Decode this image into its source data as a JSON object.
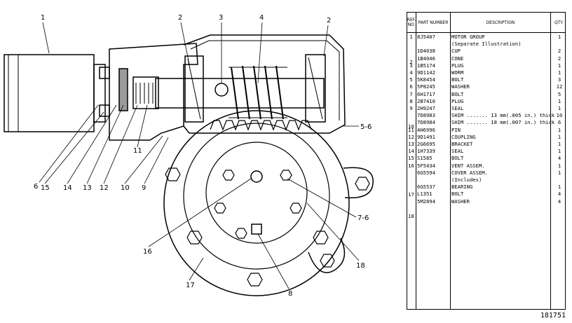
{
  "callouts": [
    "1",
    "2",
    "3",
    "4",
    "2",
    "5-6",
    "7-6",
    "18",
    "8",
    "17",
    "16",
    "6",
    "15",
    "14",
    "13",
    "12",
    "11",
    "10",
    "9"
  ],
  "table": {
    "headers": {
      "ref": "REF. NO.",
      "part": "PART NUMBER",
      "desc": "DESCRIPTION",
      "qty": "QTY"
    },
    "rows": [
      {
        "ref": "1",
        "part": "8J5407",
        "desc": "MOTOR GROUP",
        "qty": "1"
      },
      {
        "ref": "",
        "part": "",
        "desc": "(Separate Illustration)",
        "qty": ""
      },
      {
        "ref": "",
        "part": "1D4038",
        "desc": "CUP",
        "qty": "2"
      },
      {
        "ref": "",
        "part": "1B4046",
        "desc": "CONE",
        "qty": "2"
      },
      {
        "ref": "3",
        "part": "1B5174",
        "desc": "PLUG",
        "qty": "1"
      },
      {
        "ref": "4",
        "part": "9D1142",
        "desc": "WORM",
        "qty": "1"
      },
      {
        "ref": "5",
        "part": "5K8454",
        "desc": "BOLT",
        "qty": "3"
      },
      {
        "ref": "6",
        "part": "5P8245",
        "desc": "WASHER",
        "qty": "12"
      },
      {
        "ref": "7",
        "part": "6H1717",
        "desc": "BOLT",
        "qty": "5"
      },
      {
        "ref": "8",
        "part": "2B7410",
        "desc": "PLUG",
        "qty": "1"
      },
      {
        "ref": "9",
        "part": "2H9247",
        "desc": "SEAL",
        "qty": "1"
      },
      {
        "ref": "",
        "part": "7D8983",
        "desc": "SHIM ....... 13 mm(.005 in.) thick",
        "qty": "10"
      },
      {
        "ref": "",
        "part": "7D8984",
        "desc": "SHIM ....... 18 mm(.007 in.) thick",
        "qty": "6"
      },
      {
        "ref": "11",
        "part": "4H6996",
        "desc": "PIN",
        "qty": "1"
      },
      {
        "ref": "12",
        "part": "9D1491",
        "desc": "COUPLING",
        "qty": "1"
      },
      {
        "ref": "13",
        "part": "2G6695",
        "desc": "BRACKET",
        "qty": "1"
      },
      {
        "ref": "14",
        "part": "1H7339",
        "desc": "SEAL",
        "qty": "1"
      },
      {
        "ref": "15",
        "part": "S1585",
        "desc": "BOLT",
        "qty": "4"
      },
      {
        "ref": "16",
        "part": "5F5434",
        "desc": "VENT ASSEM.",
        "qty": "1"
      },
      {
        "ref": "",
        "part": "6G5594",
        "desc": "COVER ASSEM.",
        "qty": "1"
      },
      {
        "ref": "",
        "part": "",
        "desc": "(Includes)",
        "qty": ""
      },
      {
        "ref": "",
        "part": "6G5537",
        "desc": "BEARING",
        "qty": "1"
      },
      {
        "ref": "",
        "part": "L1351",
        "desc": "BOLT",
        "qty": "4"
      },
      {
        "ref": "",
        "part": "5M2894",
        "desc": "WASHER",
        "qty": "4"
      }
    ],
    "group_refs": [
      "2",
      "10",
      "17",
      "18"
    ]
  },
  "drawing_number": "181751"
}
